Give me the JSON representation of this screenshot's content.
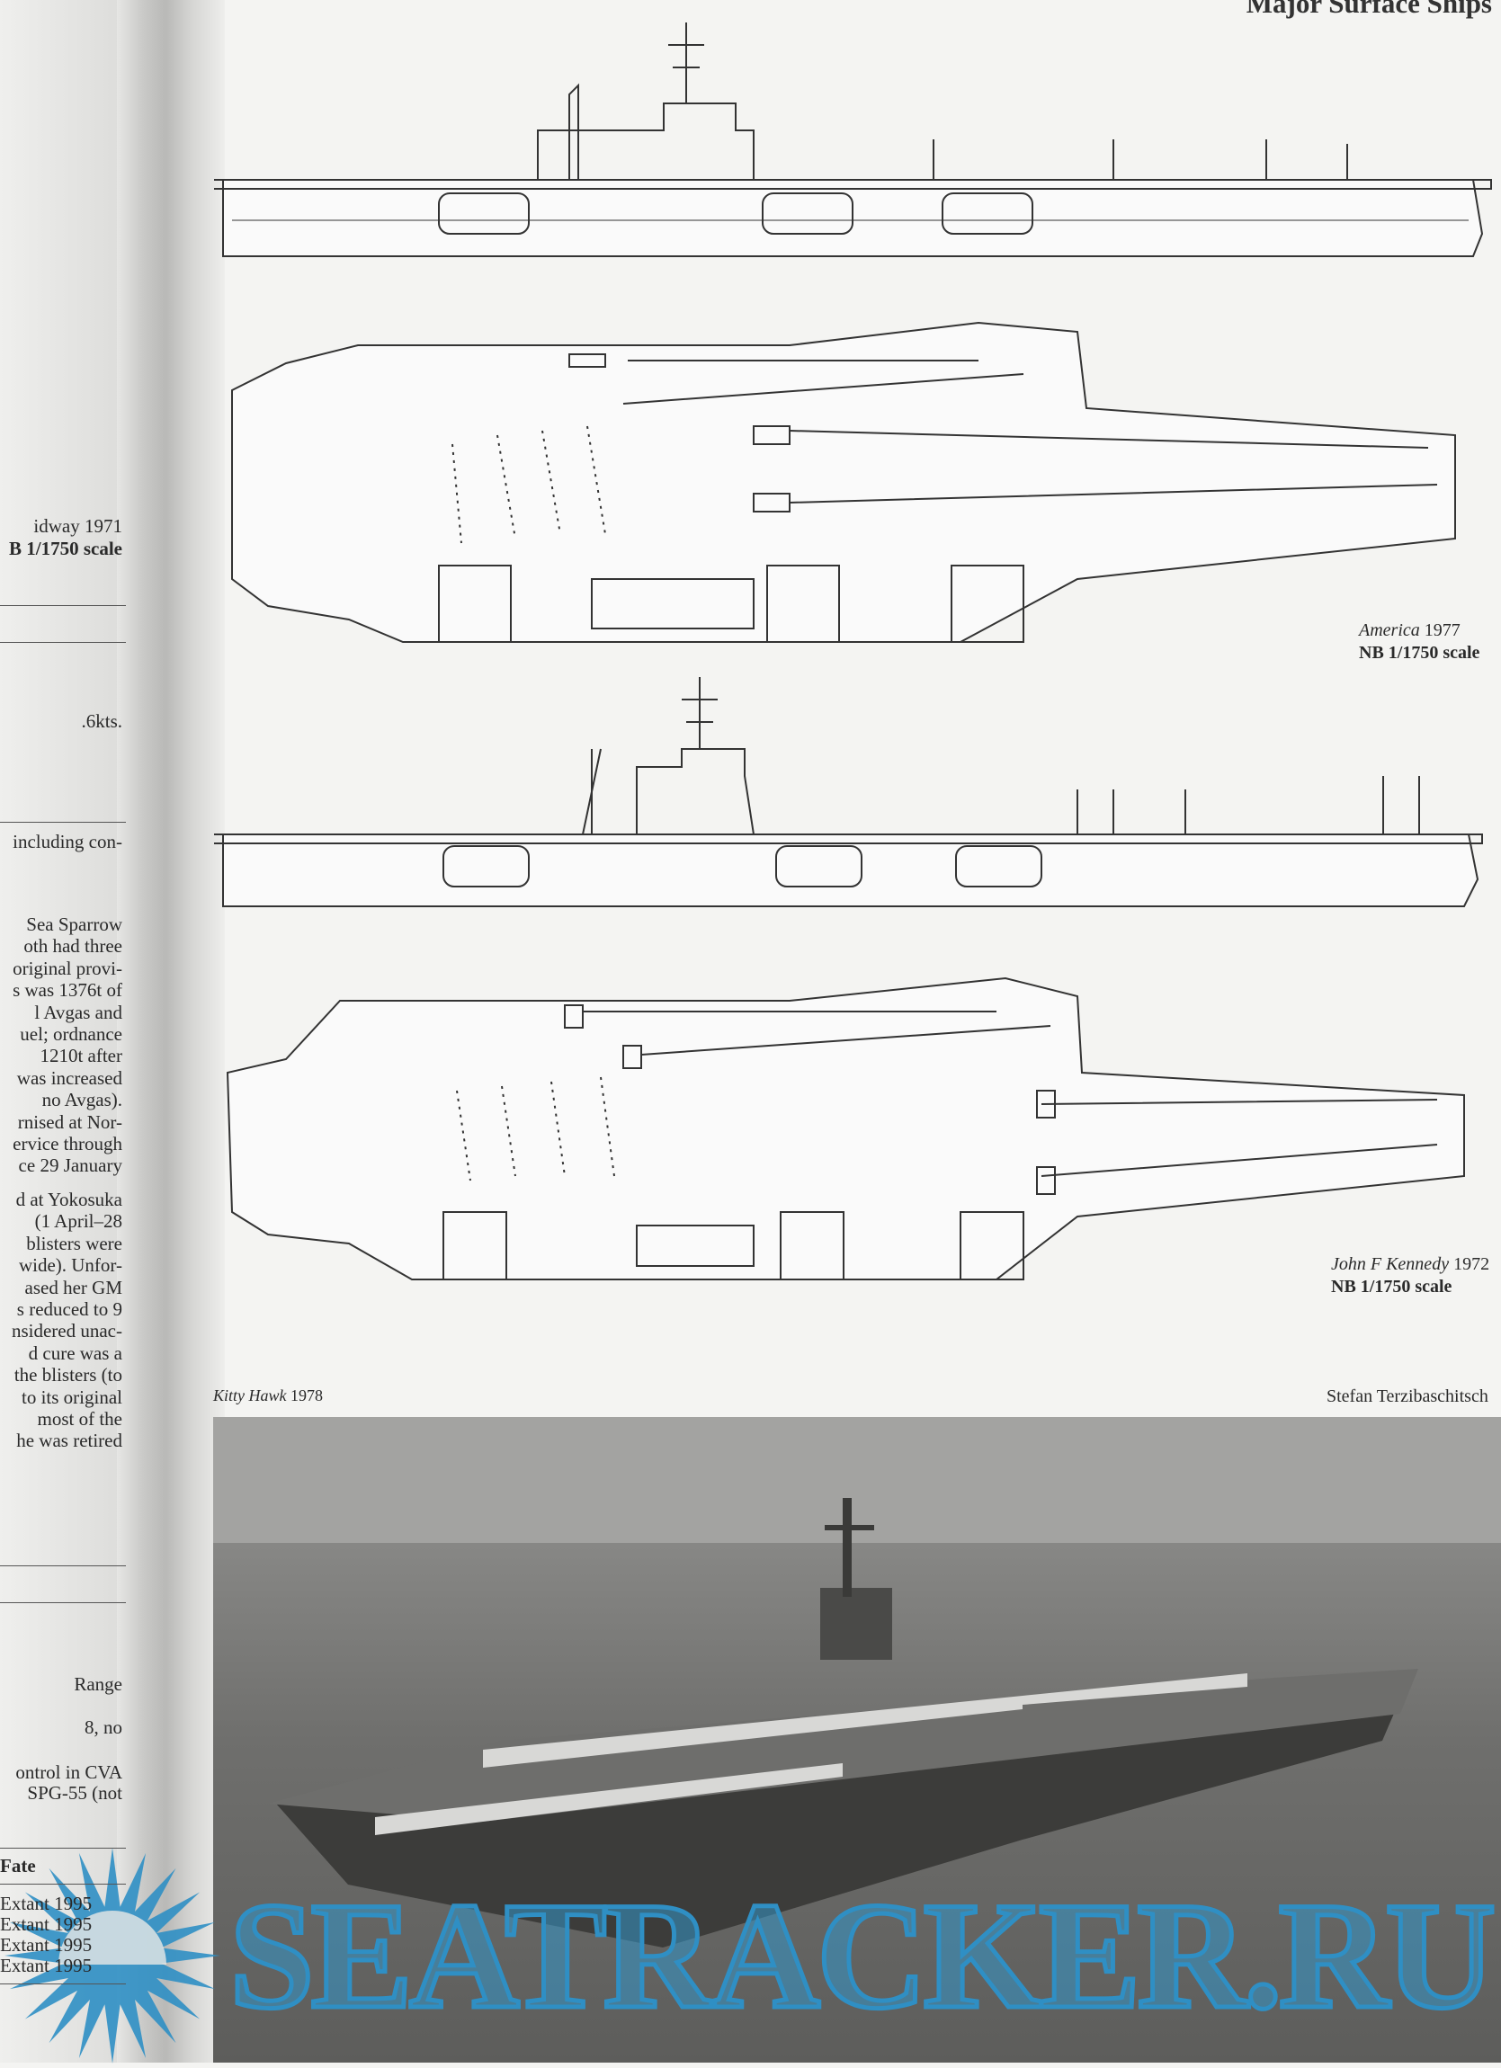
{
  "header": {
    "running_title": "Major Surface Ships"
  },
  "left_column": {
    "caption_ship": "idway 1971",
    "caption_scale": "B 1/1750 scale",
    "speed_line": ".6kts.",
    "para1_first": "including con-",
    "para2": [
      "Sea Sparrow",
      "oth had three",
      "original provi-",
      "s was 1376t of",
      "l Avgas and",
      "uel; ordnance",
      "1210t after",
      "was increased",
      "no Avgas).",
      "rnised at Nor-",
      "ervice through",
      "ce 29 January"
    ],
    "para3": [
      "d at Yokosuka",
      "(1 April–28",
      "blisters were",
      "wide). Unfor-",
      "ased her GM",
      "s reduced to 9",
      "nsidered unac-",
      "d cure was a",
      "the blisters (to",
      "to its original",
      "most of the",
      "he was retired"
    ],
    "range_label": "Range",
    "line_no": "8, no",
    "control_lines": [
      "ontrol in CVA",
      "SPG-55 (not"
    ],
    "table_header": "Fate",
    "table_rows": [
      "Extant 1995",
      "Extant 1995",
      "Extant 1995",
      "Extant 1995"
    ]
  },
  "captions": {
    "america_name": "America",
    "america_year": "1977",
    "america_scale": "NB 1/1750 scale",
    "jfk_name": "John F Kennedy",
    "jfk_year": "1972",
    "jfk_scale": "NB 1/1750 scale",
    "photo_name": "Kitty Hawk",
    "photo_year": "1978",
    "photo_credit": "Stefan Terzibaschitsch"
  },
  "watermark": {
    "text": "SEATRACKER.RU",
    "color": "#2f8fc4"
  }
}
